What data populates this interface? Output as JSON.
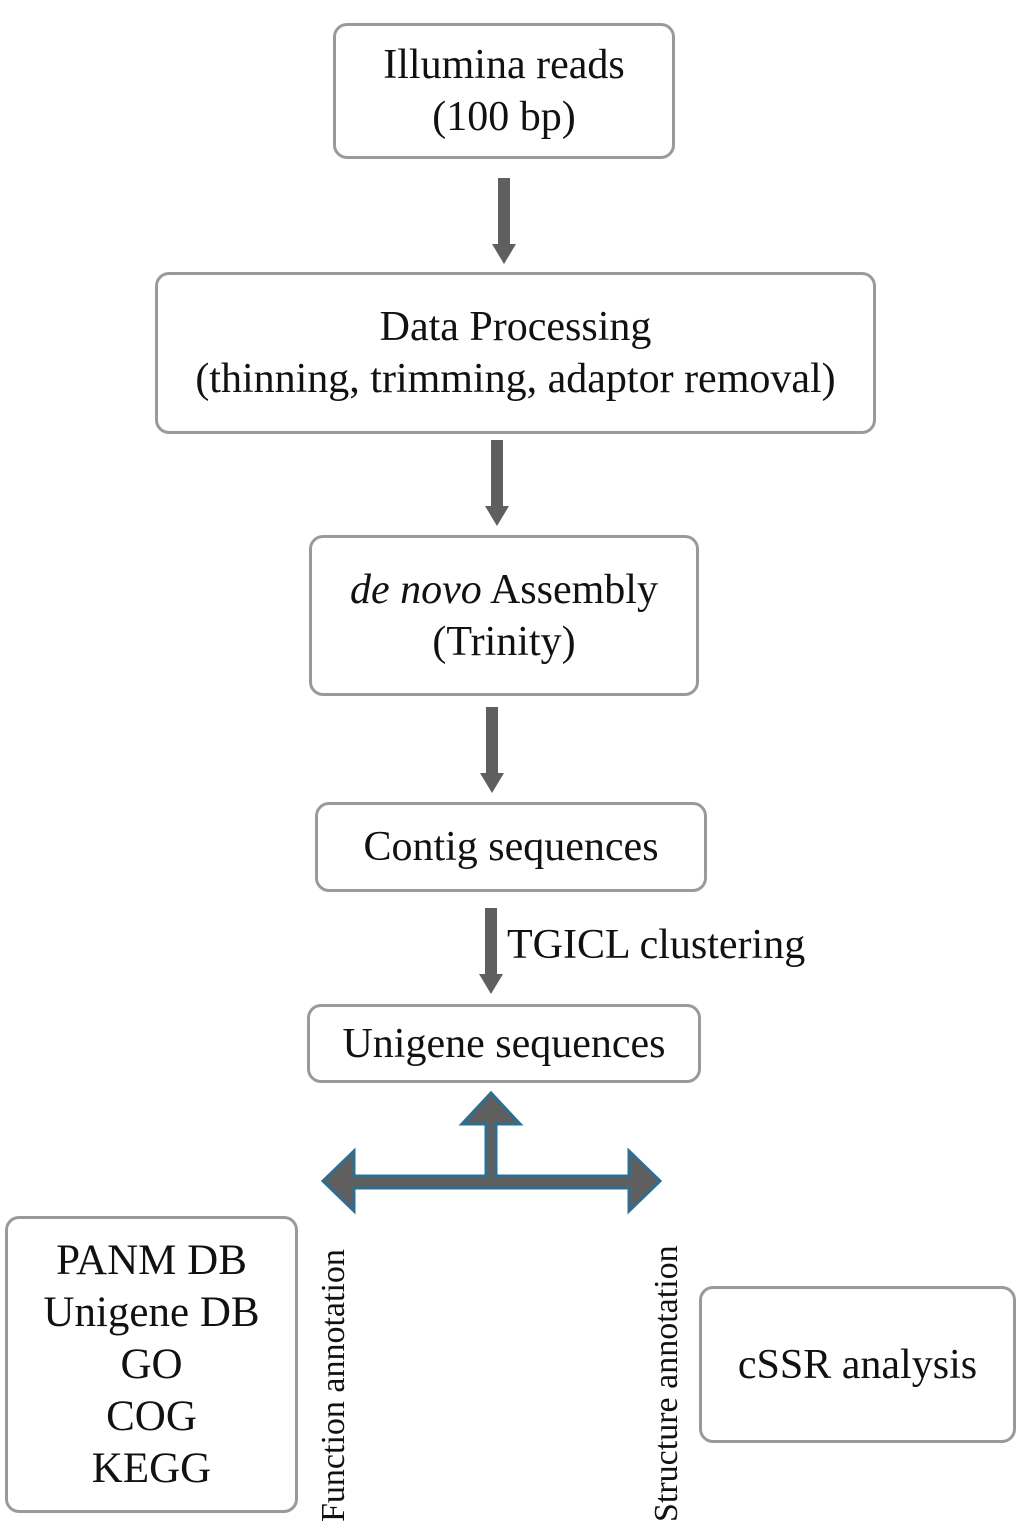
{
  "nodes": {
    "reads": {
      "line1": "Illumina reads",
      "line2": "(100 bp)"
    },
    "processing": {
      "line1": "Data Processing",
      "line2": "(thinning, trimming, adaptor removal)"
    },
    "assembly": {
      "line1_italic": "de novo",
      "line1_rest": " Assembly",
      "line2": "(Trinity)"
    },
    "contig": {
      "label": "Contig sequences"
    },
    "unigene": {
      "label": "Unigene sequences"
    },
    "databases": {
      "items": [
        "PANM DB",
        "Unigene DB",
        "GO",
        "COG",
        "KEGG"
      ]
    },
    "cssr": {
      "label": "cSSR analysis"
    }
  },
  "edges": {
    "clustering_label": "TGICL clustering",
    "function_label": "Function annotation",
    "structure_label": "Structure annotation"
  },
  "colors": {
    "box_border": "#9a9a9a",
    "arrow_gray": "#5f5f5f",
    "arrow_outline": "#2e6f91"
  }
}
